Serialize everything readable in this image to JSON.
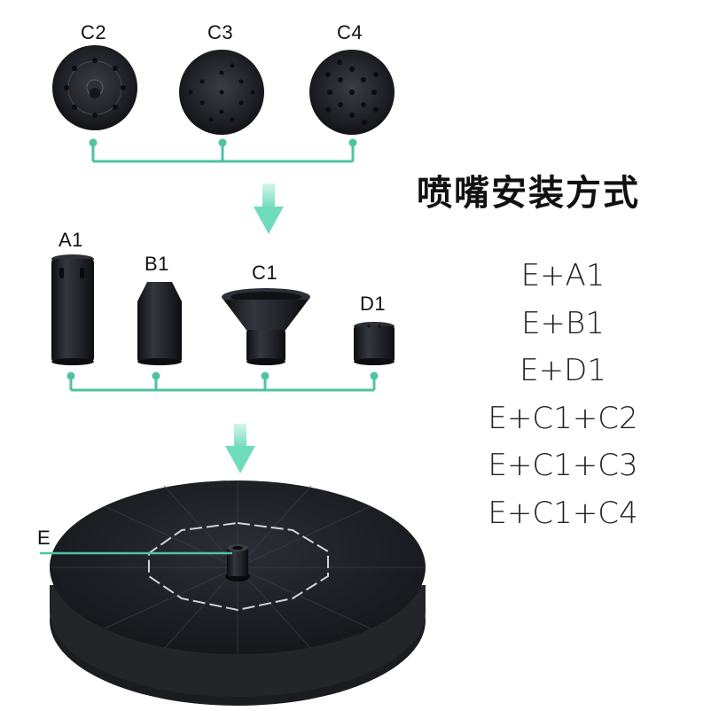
{
  "title": "喷嘴安装方式",
  "nozzles_top": [
    "C2",
    "C3",
    "C4"
  ],
  "nozzles_mid": [
    "A1",
    "B1",
    "C1",
    "D1"
  ],
  "base_label": "E",
  "combinations": [
    "E+A1",
    "E+B1",
    "E+D1",
    "E+C1+C2",
    "E+C1+C3",
    "E+C1+C4"
  ],
  "colors": {
    "accent": "#4fc3a1",
    "arrow": "#7fe3c7",
    "product": "#1d1f24"
  }
}
